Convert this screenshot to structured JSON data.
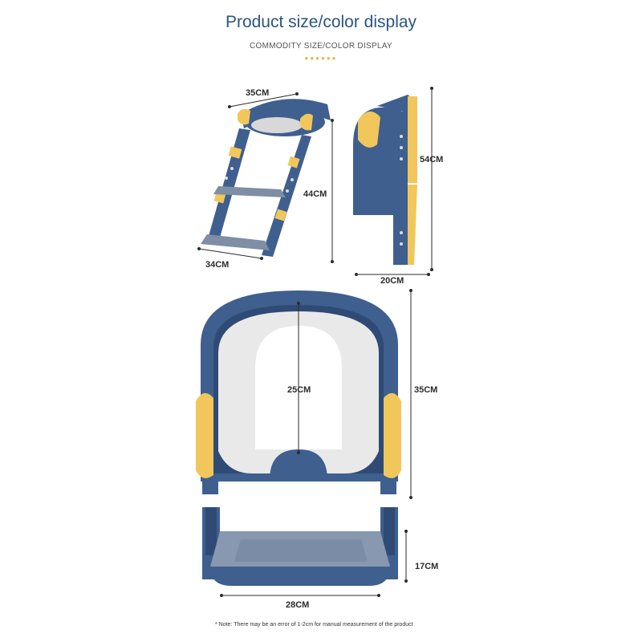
{
  "header": {
    "title": "Product size/color display",
    "subtitle": "COMMODITY SIZE/COLOR DISPLAY",
    "dots": "●●●●●●"
  },
  "dimensions": {
    "ladder_top_width": "35CM",
    "ladder_height": "44CM",
    "ladder_base_width": "34CM",
    "side_height": "54CM",
    "side_depth": "20CM",
    "seat_opening": "25CM",
    "seat_length": "35CM",
    "step_height": "17CM",
    "step_width": "28CM"
  },
  "note": "* Note: There may be an error of 1-2cm for manual measurement of the product",
  "colors": {
    "title": "#2a5583",
    "product_blue": "#3f5f8f",
    "product_blue_dark": "#2f4b75",
    "accent_yellow": "#f1c75c",
    "pad_gray": "#e9e9e9"
  }
}
